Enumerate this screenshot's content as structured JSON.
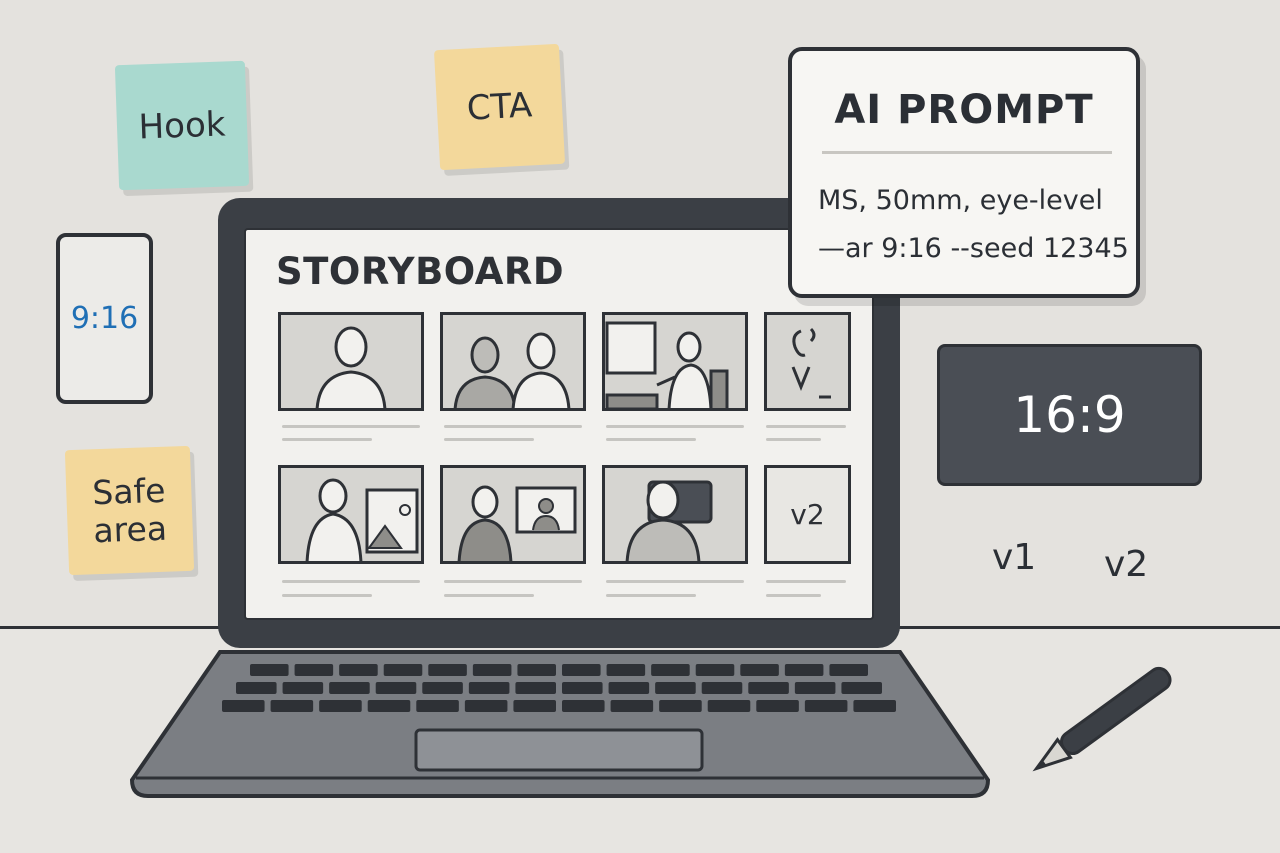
{
  "stickies": {
    "hook": "Hook",
    "cta": "CTA",
    "safe_area_line1": "Safe",
    "safe_area_line2": "area"
  },
  "phone": {
    "ratio": "9:16"
  },
  "wide_screen": {
    "ratio": "16:9"
  },
  "versions": {
    "v1": "v1",
    "v2": "v2"
  },
  "storyboard": {
    "title": "STORYBOARD",
    "frame_v2_label": "v2"
  },
  "ai_prompt": {
    "title": "AI PROMPT",
    "line1": "MS, 50mm, eye-level",
    "line2": "—ar 9:16 --seed 12345"
  },
  "colors": {
    "sticky_teal": "#a9d9cf",
    "sticky_yellow": "#f3d89b",
    "ratio_blue": "#1f6fb5",
    "laptop_dark": "#3b3f45",
    "outline": "#2e3136"
  }
}
